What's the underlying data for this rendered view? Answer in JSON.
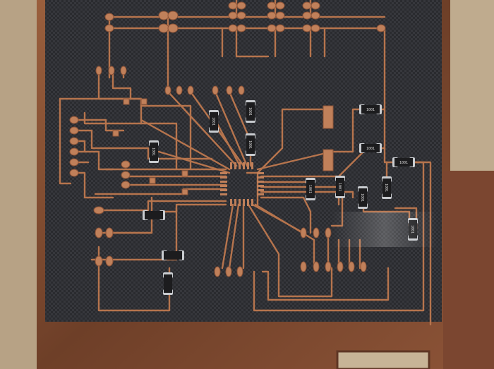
{
  "scene": {
    "subject": "milled circuit board",
    "colors": {
      "background_board": "#c2ae90",
      "copper_plate": "#8a5538",
      "copper_plate_dark": "#5e3624",
      "laminate": "#2b2c30",
      "laminate_weave": "#3a3b40",
      "trace": "#b8754e",
      "trace_dark": "#8d5438",
      "solder": "#c9ccd0",
      "resistor_body": "#1c1c1e"
    },
    "resistor_labels": [
      "1001",
      "1001",
      "1001",
      "1001",
      "1001",
      "1001",
      "1001",
      "1001",
      "1001",
      "1001",
      "1001",
      "1001"
    ]
  }
}
